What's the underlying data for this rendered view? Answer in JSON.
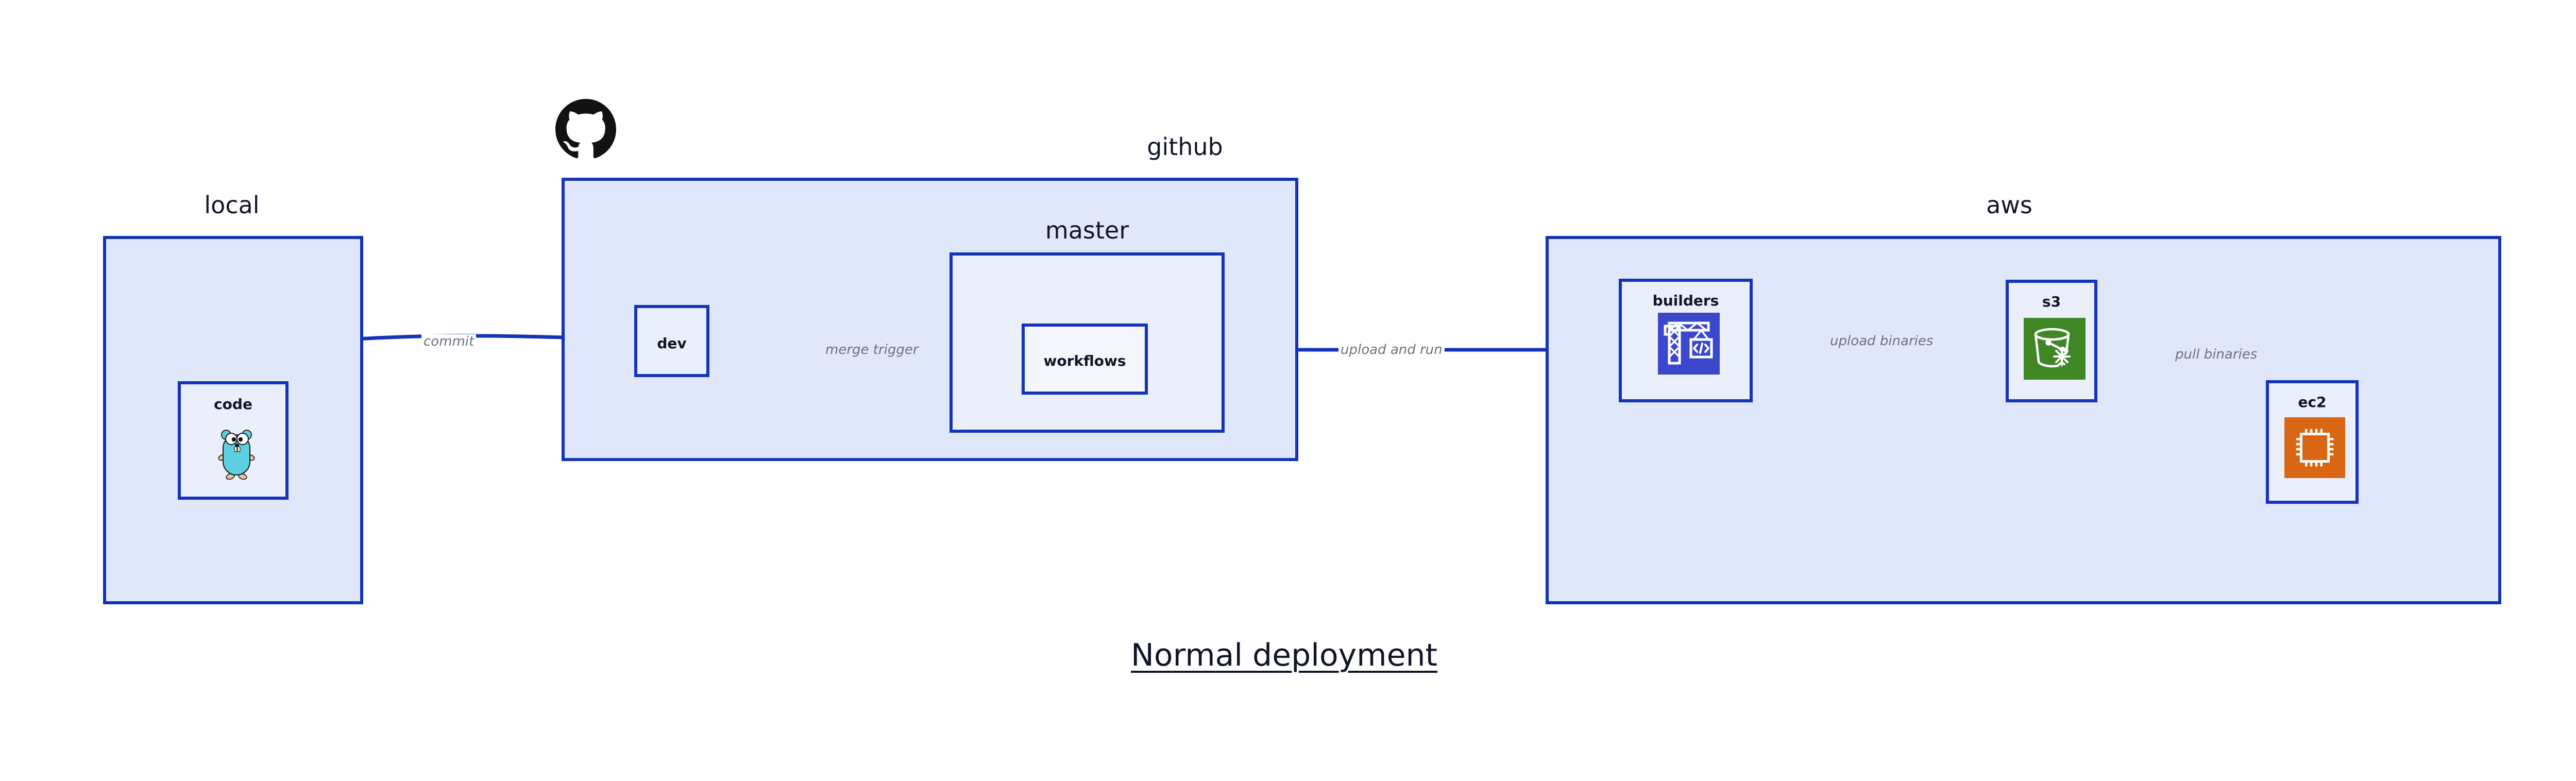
{
  "diagram": {
    "title": "Normal deployment",
    "groups": [
      {
        "id": "local",
        "label": "local"
      },
      {
        "id": "github",
        "label": "github"
      },
      {
        "id": "aws",
        "label": "aws"
      }
    ],
    "subgroups": [
      {
        "id": "master",
        "label": "master",
        "parent": "github"
      }
    ],
    "nodes": [
      {
        "id": "code",
        "label": "code",
        "icon": "golang-gopher-icon",
        "group": "local"
      },
      {
        "id": "dev",
        "label": "dev",
        "icon": "none",
        "group": "github"
      },
      {
        "id": "workflows",
        "label": "workflows",
        "icon": "none",
        "group": "master"
      },
      {
        "id": "builders",
        "label": "builders",
        "icon": "aws-codebuild-icon",
        "group": "aws"
      },
      {
        "id": "s3",
        "label": "s3",
        "icon": "aws-s3-glacier-icon",
        "group": "aws"
      },
      {
        "id": "ec2",
        "label": "ec2",
        "icon": "aws-ec2-icon",
        "group": "aws"
      }
    ],
    "edges": [
      {
        "id": "e1",
        "from": "code",
        "to": "dev",
        "label": "commit"
      },
      {
        "id": "e2",
        "from": "dev",
        "to": "workflows",
        "label": "merge trigger"
      },
      {
        "id": "e3",
        "from": "workflows",
        "to": "builders",
        "label": "upload and run"
      },
      {
        "id": "e4",
        "from": "builders",
        "to": "s3",
        "label": "upload binaries"
      },
      {
        "id": "e5",
        "from": "s3",
        "to": "ec2",
        "label": "pull binaries"
      }
    ],
    "brand_icons": [
      {
        "id": "github-logo",
        "name": "github-octocat-icon"
      }
    ],
    "colors": {
      "stroke_blue": "#1433B8",
      "group_fill": "#E1E7FA",
      "node_fill": "#EBEFFB",
      "node_fill_light": "#F5F7FD",
      "text_dark": "#111528",
      "edge_label_gray": "#6B7280",
      "codebuild_blue": "#3B48CC",
      "s3_green": "#3F8624",
      "ec2_orange": "#D86613",
      "gopher_teal": "#5CCFE0",
      "github_black": "#121212",
      "page_background": "#FFFFFF"
    }
  }
}
